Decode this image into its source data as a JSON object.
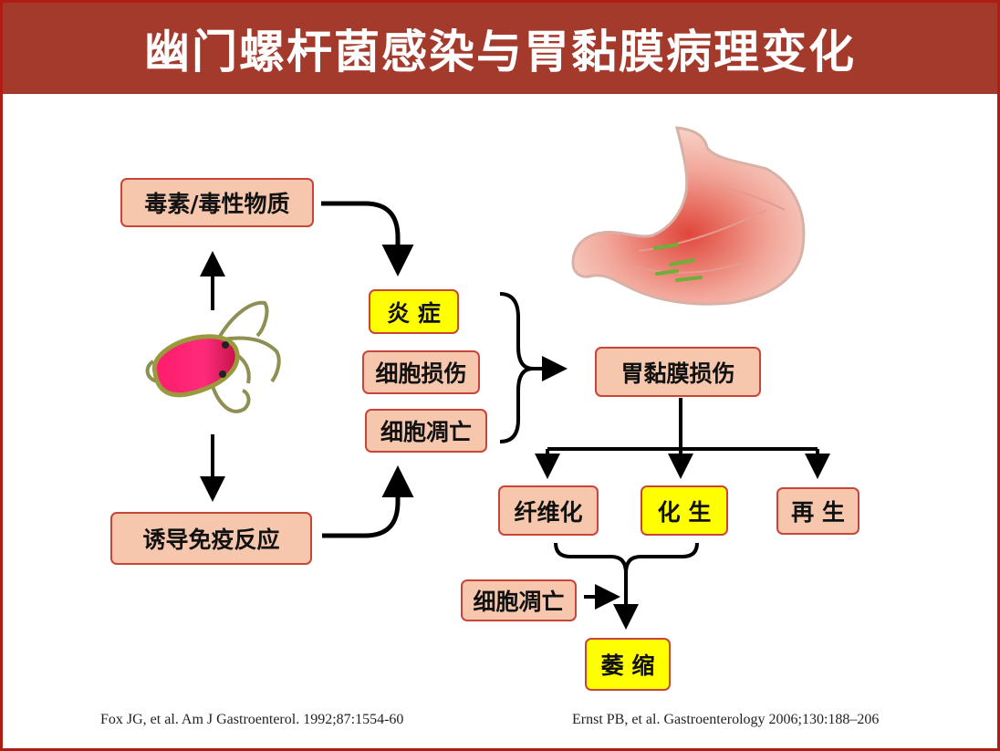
{
  "title": "幽门螺杆菌感染与胃黏膜病理变化",
  "boxes": {
    "toxins": "毒素/毒性物质",
    "immune": "诱导免疫反应",
    "inflammation": "炎 症",
    "cell_damage": "细胞损伤",
    "apoptosis": "细胞凋亡",
    "mucosal_damage": "胃黏膜损伤",
    "fibrosis": "纤维化",
    "metaplasia": "化 生",
    "regeneration": "再 生",
    "apoptosis_2": "细胞凋亡",
    "atrophy": "萎 缩"
  },
  "citations": {
    "left": "Fox JG, et al. Am J Gastroenterol. 1992;87:1554-60",
    "right": "Ernst PB, et al. Gastroenterology 2006;130:188–206"
  },
  "colors": {
    "title_bg": "#a43a2b",
    "box_fill": "#f6c7ad",
    "box_border": "#c9453a",
    "highlight_fill": "#ffff00",
    "frame": "#b01c14"
  },
  "icons": {
    "bacterium": "h-pylori-bacterium-illustration",
    "stomach": "stomach-illustration"
  }
}
